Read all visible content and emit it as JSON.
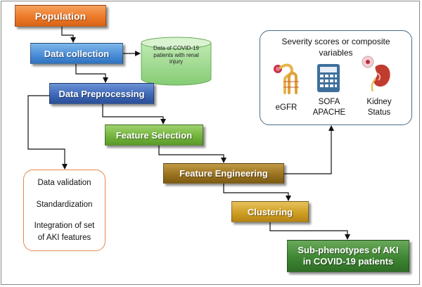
{
  "steps": {
    "population": "Population",
    "data_collection": "Data collection",
    "data_preprocessing": "Data Preprocessing",
    "feature_selection": "Feature Selection",
    "feature_engineering": "Feature Engineering",
    "clustering": "Clustering",
    "sub_phenotypes_line1": "Sub-phenotypes of AKI",
    "sub_phenotypes_line2": "in COVID-19 patients"
  },
  "database": {
    "line1": "Data of COVID-19",
    "line2": "patients with renal",
    "line3": "injury",
    "icon": "database-cylinder-icon"
  },
  "validation_box": {
    "item1": "Data validation",
    "item2": "Standardization",
    "item3_line1": "Integration of set",
    "item3_line2": "of AKI features"
  },
  "severity_box": {
    "title_line1": "Severity scores or composite",
    "title_line2": "variables",
    "egfr": "eGFR",
    "sofa": "SOFA",
    "apache": "APACHE",
    "kidney_line1": "Kidney",
    "kidney_line2": "Status",
    "icons": [
      "nephron-icon",
      "calculator-icon",
      "kidney-icon"
    ]
  },
  "colors": {
    "population": "#ec7a2a",
    "data_collection": "#4d8fd8",
    "data_preprocessing": "#3f68b8",
    "feature_selection": "#73b43e",
    "feature_engineering": "#9a7320",
    "clustering": "#cf9f24",
    "sub_phenotypes": "#3f8633",
    "database": "#9bd88a"
  }
}
